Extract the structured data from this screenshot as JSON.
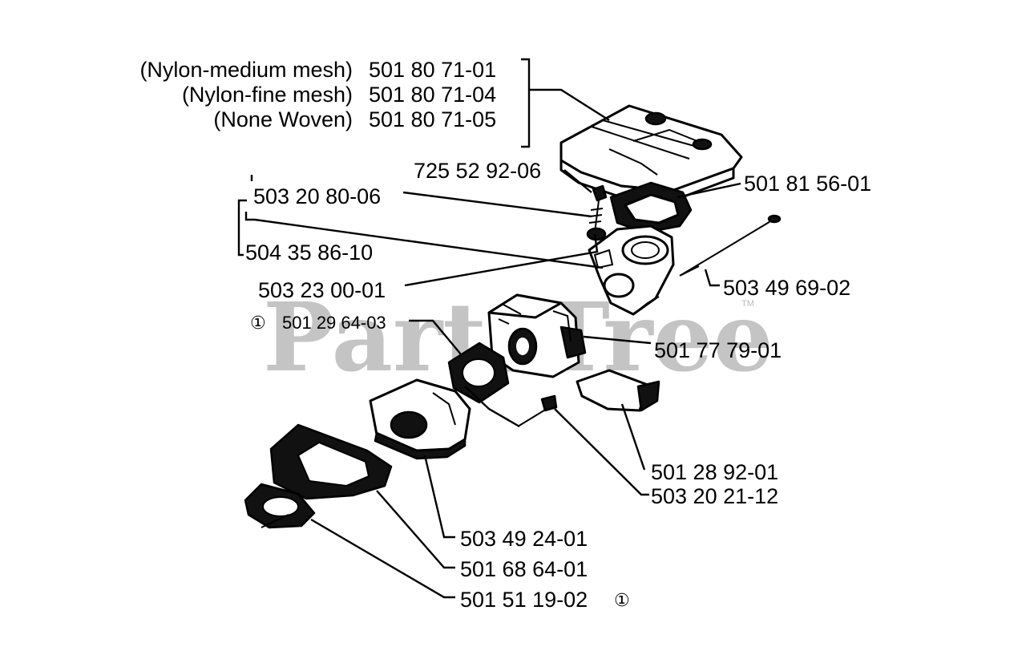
{
  "watermark": {
    "text": "PartsTree",
    "tm": "TM"
  },
  "filter_group": [
    {
      "desc": "(Nylon-medium mesh)",
      "part": "501 80 71-01"
    },
    {
      "desc": "(Nylon-fine mesh)",
      "part": "501 80 71-04"
    },
    {
      "desc": "(None Woven)",
      "part": "501 80 71-05"
    }
  ],
  "labels": {
    "screw_cover": "725 52 92-06",
    "gasket_top": "501 81 56-01",
    "bolt_a": "503 20 80-06",
    "bolt_b": "504 35 86-10",
    "washer": "503 23 00-01",
    "rod": "503 49 69-02",
    "gasket_kit": "501 29 64-03",
    "carburetor": "501 77 79-01",
    "fuel_filter": "501 28 92-01",
    "screw": "503 20 21-12",
    "intake_block": "503 49 24-01",
    "intake_boot": "501 68 64-01",
    "flange_gasket": "501 51 19-02"
  },
  "note_symbol": "①"
}
